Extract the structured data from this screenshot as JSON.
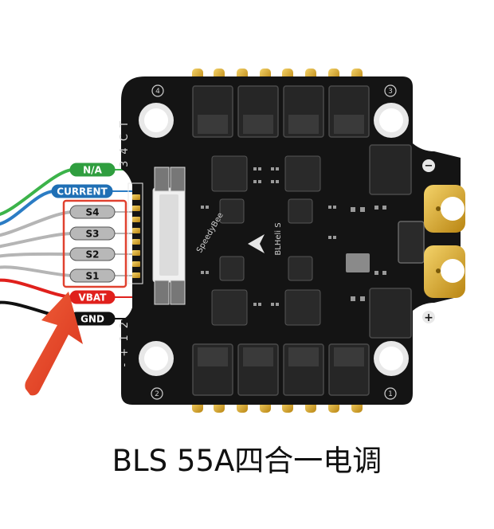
{
  "caption": "BLS 55A四合一电调",
  "wires": [
    {
      "label": "N/A",
      "pill_color": "#2f9e3f",
      "text_color": "#ffffff",
      "wire_color": "#3cb34a"
    },
    {
      "label": "CURRENT",
      "pill_color": "#1f6fb5",
      "text_color": "#ffffff",
      "wire_color": "#2b7cc4"
    },
    {
      "label": "S4",
      "pill_color": "#b8b8b8",
      "text_color": "#111111",
      "wire_color": "#b5b5b5"
    },
    {
      "label": "S3",
      "pill_color": "#b8b8b8",
      "text_color": "#111111",
      "wire_color": "#b5b5b5"
    },
    {
      "label": "S2",
      "pill_color": "#b8b8b8",
      "text_color": "#111111",
      "wire_color": "#b5b5b5"
    },
    {
      "label": "S1",
      "pill_color": "#b8b8b8",
      "text_color": "#111111",
      "wire_color": "#b5b5b5"
    },
    {
      "label": "VBAT",
      "pill_color": "#e0201c",
      "text_color": "#ffffff",
      "wire_color": "#e0201c"
    },
    {
      "label": "GND",
      "pill_color": "#111111",
      "text_color": "#ffffff",
      "wire_color": "#111111"
    }
  ],
  "board": {
    "silk_side": "3 4 C T",
    "silk_side_bottom": "- + 1 2",
    "mount_labels": [
      "4",
      "3",
      "2",
      "1"
    ],
    "brand": "SpeedyBee",
    "firmware": "BLHeli S",
    "minus_sign": "−",
    "plus_sign": "+"
  },
  "colors": {
    "board": "#141414",
    "gold": "#d9a520",
    "highlight_box": "#e0412f",
    "arrow": "#e8472d"
  }
}
